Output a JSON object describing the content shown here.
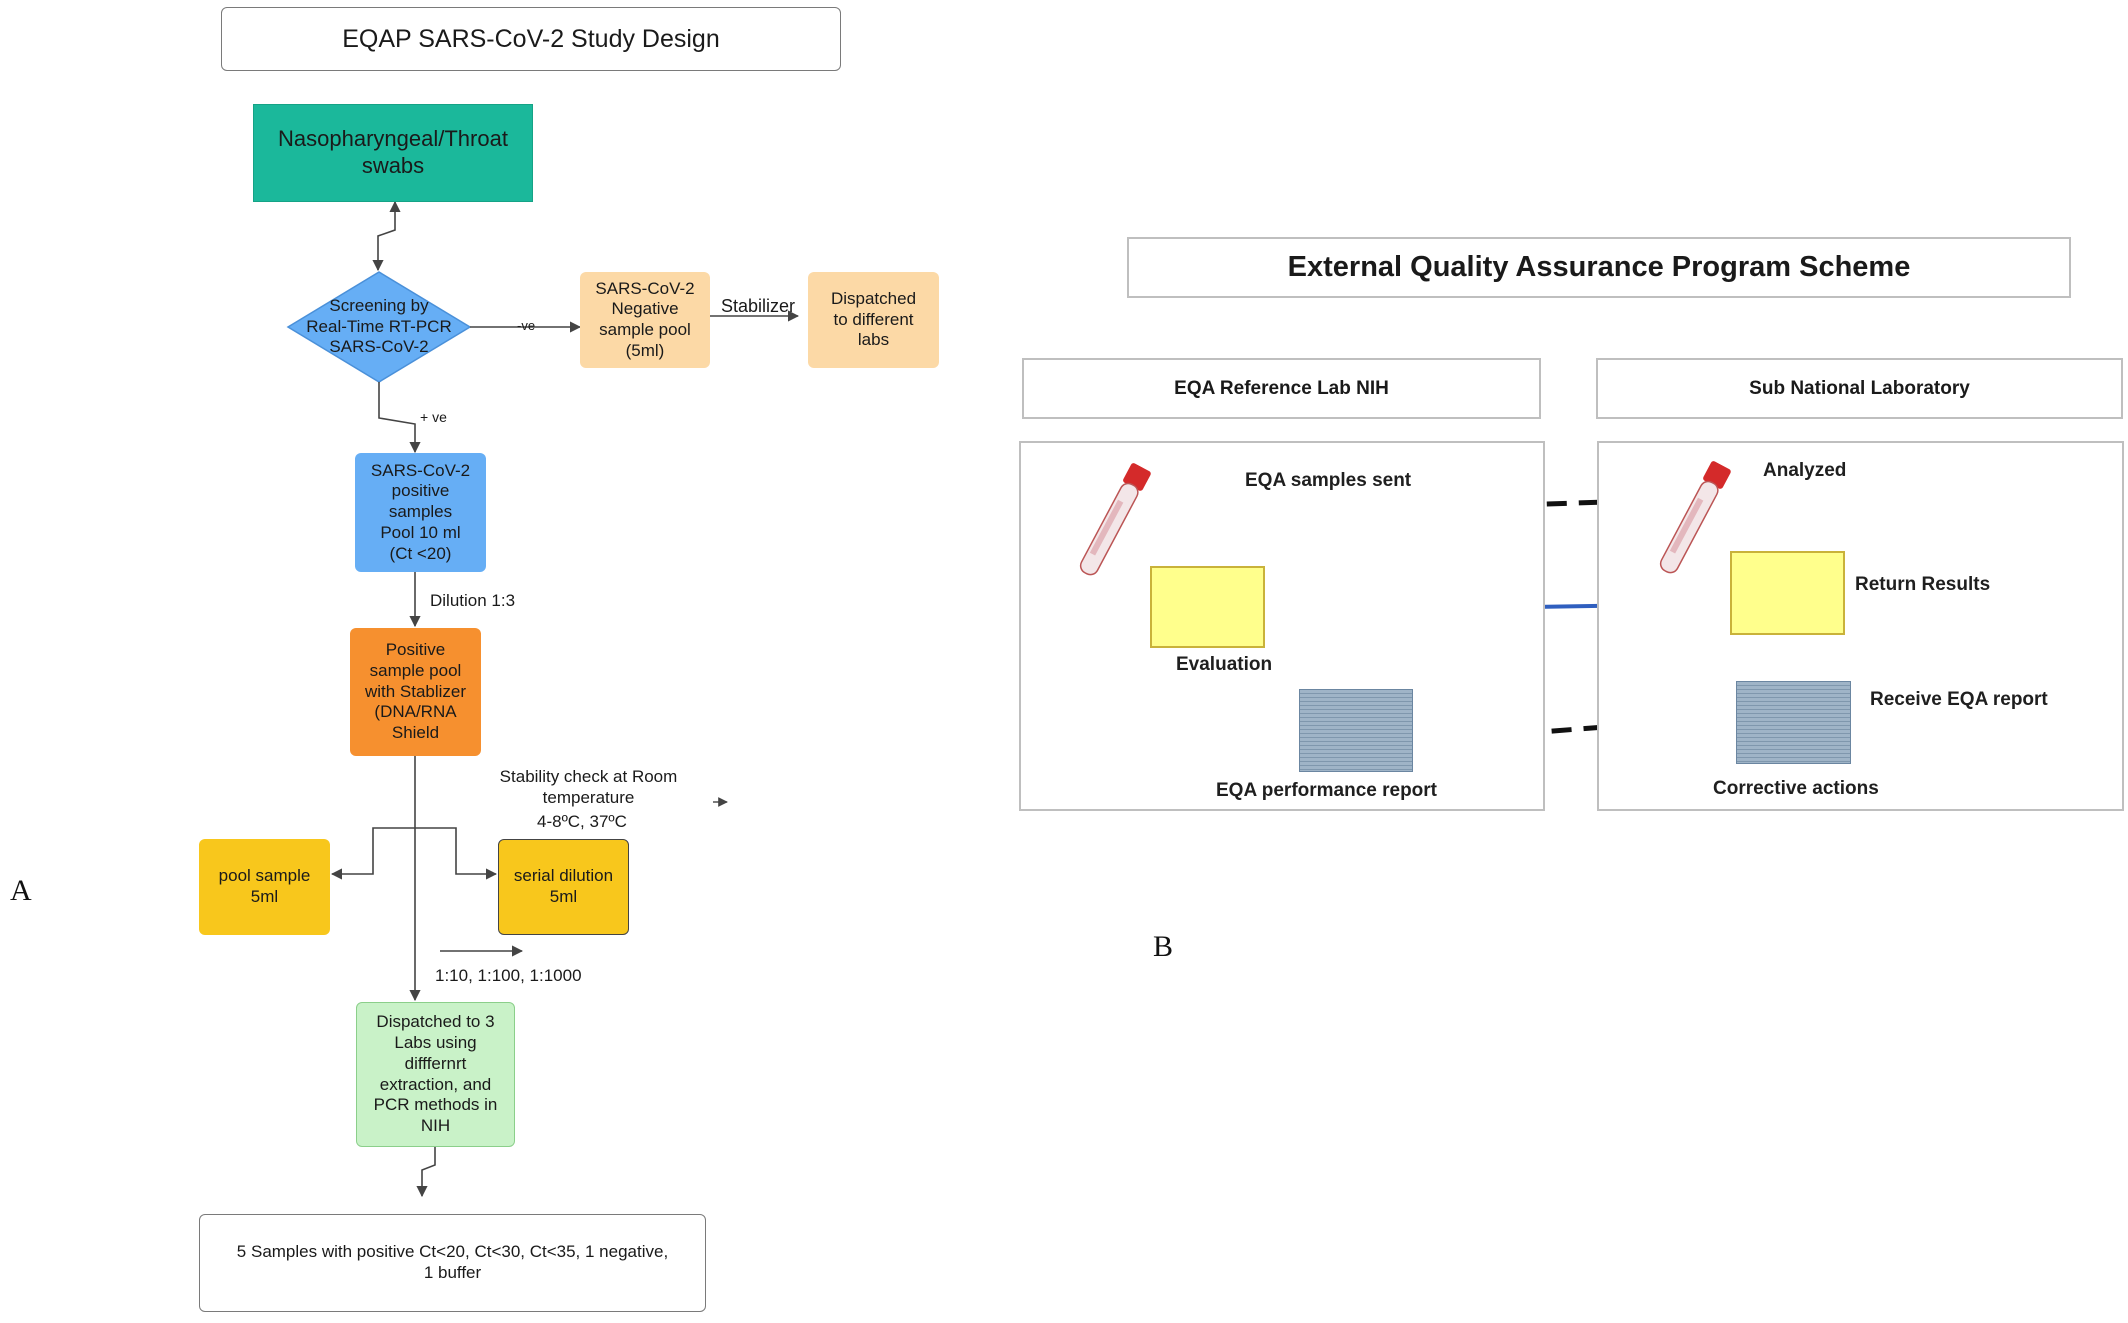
{
  "panel_a": {
    "letter": "A",
    "title": "EQAP SARS-CoV-2 Study Design",
    "swabs": "Nasopharyngeal/Throat\nswabs",
    "screening": "Screening by\nReal-Time  RT-PCR\nSARS-CoV-2",
    "neg_edge": "-ve",
    "negative_pool": "SARS-CoV-2\nNegative\nsample pool\n(5ml)",
    "stabilizer": "Stabilizer",
    "dispatched_labs": "Dispatched\nto different\nlabs",
    "pos_edge": "+ ve",
    "positive_pool": "SARS-CoV-2\npositive\nsamples\nPool 10 ml\n(Ct <20)",
    "dilution": "Dilution 1:3",
    "stabilizer_pool": "Positive\nsample pool\nwith Stablizer\n(DNA/RNA\nShield",
    "stability_check": "Stability check at  Room\ntemperature",
    "stability_temps": "4-8ºC, 37ºC",
    "pool_sample": "pool sample\n5ml",
    "serial_dilution": "serial dilution\n5ml",
    "dilution_series": "1:10, 1:100, 1:1000",
    "dispatched_3": "Dispatched to 3\nLabs using\ndifffernrt\nextraction, and\nPCR methods in\nNIH",
    "final_samples": "5 Samples with positive Ct<20, Ct<30, Ct<35, 1 negative,\n1 buffer"
  },
  "panel_b": {
    "letter": "B",
    "title": "External Quality Assurance Program Scheme",
    "ref_lab": "EQA Reference Lab NIH",
    "sub_lab": "Sub National  Laboratory",
    "samples_sent": "EQA samples sent",
    "analyzed": "Analyzed",
    "return_results": "Return Results",
    "evaluation": "Evaluation",
    "receive_report": "Receive EQA report",
    "performance_report": "EQA performance report",
    "corrective_actions": "Corrective actions"
  },
  "colors": {
    "teal": "#1bb89b",
    "blue": "#66aef5",
    "peach": "#fcd9a6",
    "orange": "#f6902f",
    "gold": "#f8c71c",
    "mint": "#c9f2c8",
    "yellow_panel": "#ffff8c",
    "return_arrow": "#2f5fbf"
  }
}
